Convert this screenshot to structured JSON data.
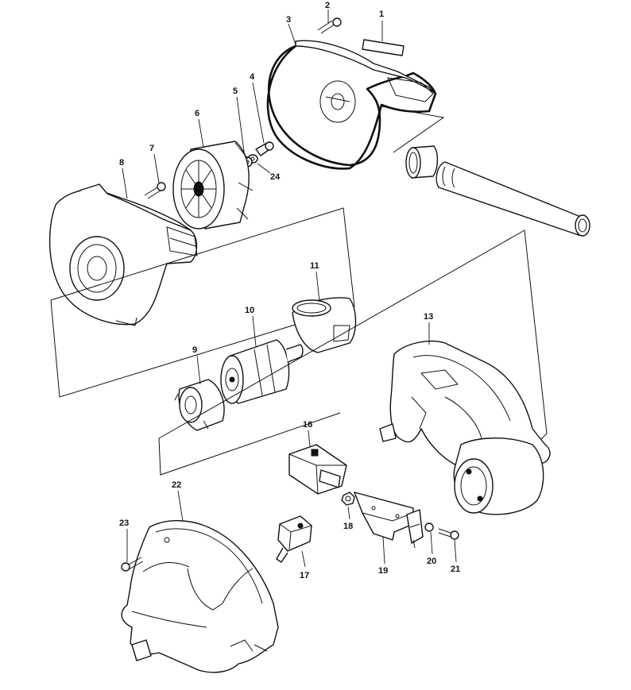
{
  "callouts": [
    {
      "id": "1",
      "text": "1"
    },
    {
      "id": "2",
      "text": "2"
    },
    {
      "id": "3",
      "text": "3"
    },
    {
      "id": "4",
      "text": "4"
    },
    {
      "id": "5",
      "text": "5"
    },
    {
      "id": "6",
      "text": "6"
    },
    {
      "id": "7",
      "text": "7"
    },
    {
      "id": "8",
      "text": "8"
    },
    {
      "id": "9",
      "text": "9"
    },
    {
      "id": "10",
      "text": "10"
    },
    {
      "id": "11",
      "text": "11"
    },
    {
      "id": "13",
      "text": "13"
    },
    {
      "id": "16",
      "text": "16"
    },
    {
      "id": "17",
      "text": "17"
    },
    {
      "id": "18",
      "text": "18"
    },
    {
      "id": "19",
      "text": "19"
    },
    {
      "id": "20",
      "text": "20"
    },
    {
      "id": "21",
      "text": "21"
    },
    {
      "id": "22",
      "text": "22"
    },
    {
      "id": "23",
      "text": "23"
    },
    {
      "id": "24",
      "text": "24"
    }
  ]
}
